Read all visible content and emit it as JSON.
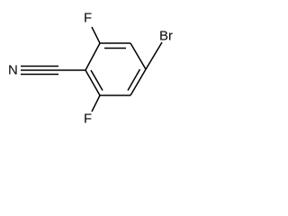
{
  "molecule": {
    "atoms": {
      "fluorine_top": "F",
      "fluorine_bottom": "F",
      "nitrile_nitrogen": "N",
      "bromine": "Br"
    }
  },
  "colors": {
    "bond": "#000000",
    "label": "#000000",
    "background": "#ffffff"
  }
}
